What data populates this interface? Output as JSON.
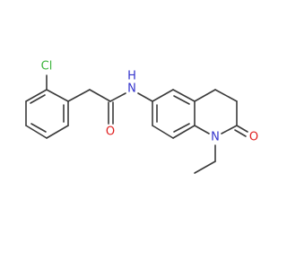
{
  "molecule": {
    "atoms": {
      "chlorine": {
        "text": "Cl",
        "color": "#3cb43c"
      },
      "amide_nh": {
        "text": "N",
        "sub": "H",
        "color": "#3333cc"
      },
      "amide_oxygen": {
        "text": "O",
        "color": "#e02020"
      },
      "ring_nitrogen": {
        "text": "N",
        "color": "#3333cc"
      },
      "lactam_oxygen": {
        "text": "O",
        "color": "#e02020"
      }
    },
    "bond_color": "#3a3a3a"
  }
}
